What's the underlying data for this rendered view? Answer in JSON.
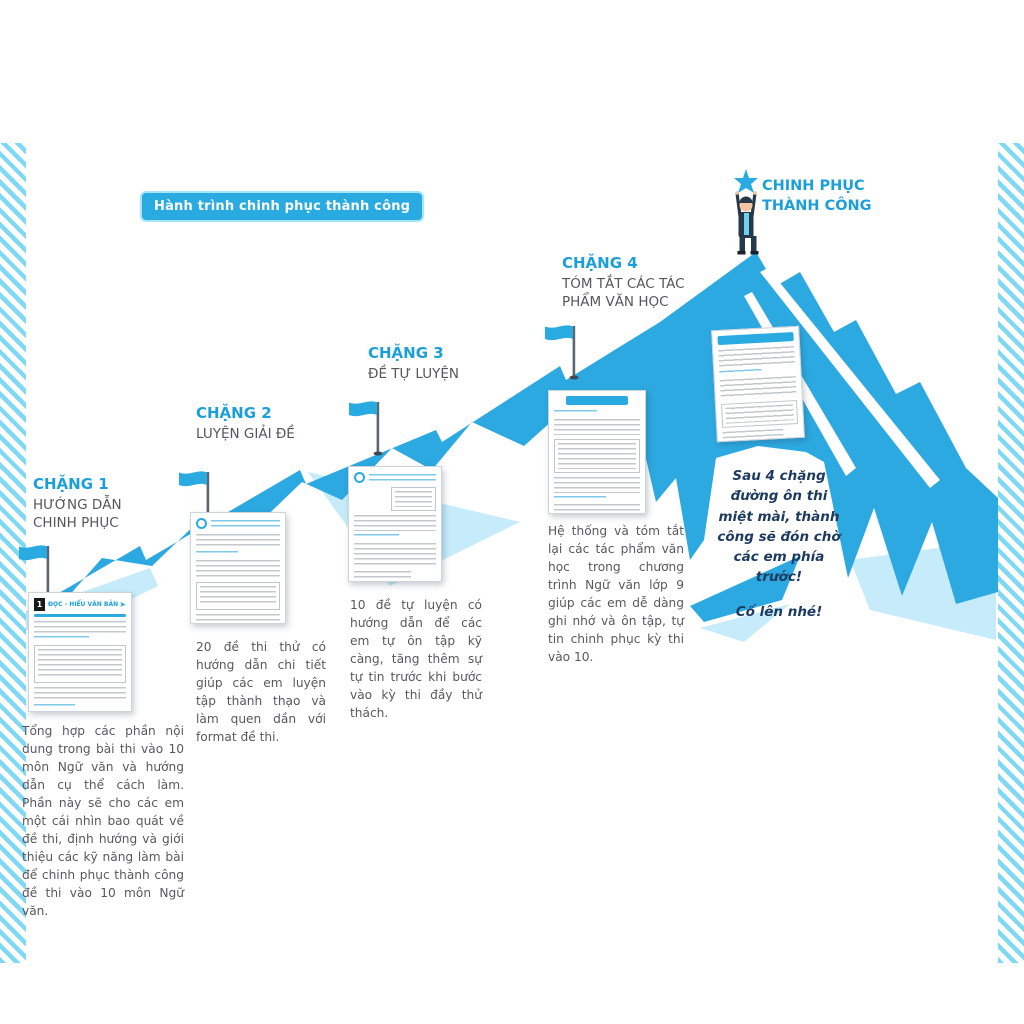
{
  "badge": {
    "label": "Hành trình chinh phục thành công"
  },
  "summit": {
    "line1": "CHINH PHỤC",
    "line2": "THÀNH CÔNG"
  },
  "stages": [
    {
      "label": "CHẶNG 1",
      "subtitle": "HƯỚNG DẪN CHINH PHỤC",
      "description": "Tổng hợp các phần nội dung trong bài thi vào 10 môn Ngữ văn và hướng dẫn cụ thể cách làm. Phần này sẽ cho các em một cái nhìn bao quát về đề thi, định hướng và giới thiệu các kỹ năng làm bài để chinh phục thành công đề thi vào 10 môn Ngữ văn."
    },
    {
      "label": "CHẶNG 2",
      "subtitle": "LUYỆN GIẢI ĐỀ",
      "description": "20 đề thi thử có hướng dẫn chi tiết giúp các em luyện tập thành thạo và làm quen dần với format đề thi."
    },
    {
      "label": "CHẶNG 3",
      "subtitle": "ĐỀ TỰ LUYỆN",
      "description": "10 đề tự luyện có hướng dẫn để các em tự ôn tập kỹ càng, tăng thêm sự tự tin trước khi bước vào kỳ thi đầy thử thách."
    },
    {
      "label": "CHẶNG 4",
      "subtitle": "TÓM TẮT CÁC TÁC PHẨM VĂN HỌC",
      "description": "Hệ thống và tóm tắt lại các tác phẩm văn học trong chương trình Ngữ văn lớp 9 giúp các em dễ dàng ghi nhớ và ôn tập, tự tin chinh phục kỳ thi vào 10."
    }
  ],
  "message": {
    "text": "Sau 4 chặng đường ôn thi miệt mài, thành công sẽ đón chờ các em phía trước!",
    "cheer": "Cố lên nhé!"
  },
  "doc1": {
    "tab": "1",
    "header": "ĐỌC - HIỂU VĂN BẢN"
  },
  "colors": {
    "accent": "#29abe2",
    "light_blue": "#c6ecfb",
    "label_blue": "#1b9fd8",
    "body_gray": "#58595b",
    "message_navy": "#1d3a5f"
  }
}
